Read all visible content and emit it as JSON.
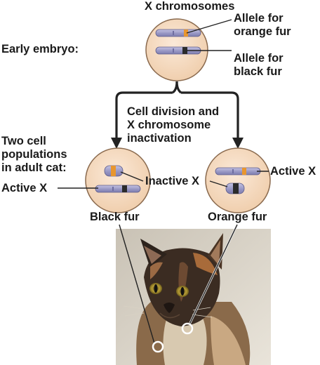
{
  "top": {
    "x_chromosomes": "X chromosomes",
    "allele_orange_l1": "Allele for",
    "allele_orange_l2": "orange fur",
    "allele_black_l1": "Allele for",
    "allele_black_l2": "black fur"
  },
  "left": {
    "early_embryo": "Early embryo:",
    "two_cell_l1": "Two cell",
    "two_cell_l2": "populations",
    "two_cell_l3": "in adult cat:",
    "active_x": "Active X"
  },
  "middle": {
    "cell_div_l1": "Cell division and",
    "cell_div_l2": "X chromosome",
    "cell_div_l3": "inactivation",
    "inactive_x": "Inactive X"
  },
  "right": {
    "active_x": "Active X"
  },
  "bottom": {
    "black_fur": "Black fur",
    "orange_fur": "Orange fur"
  },
  "colors": {
    "cell_fill": "#f6dcc3",
    "chromosome": "#9b9ac6",
    "orange_allele": "#e8962f",
    "black_allele": "#2b2b2b"
  }
}
